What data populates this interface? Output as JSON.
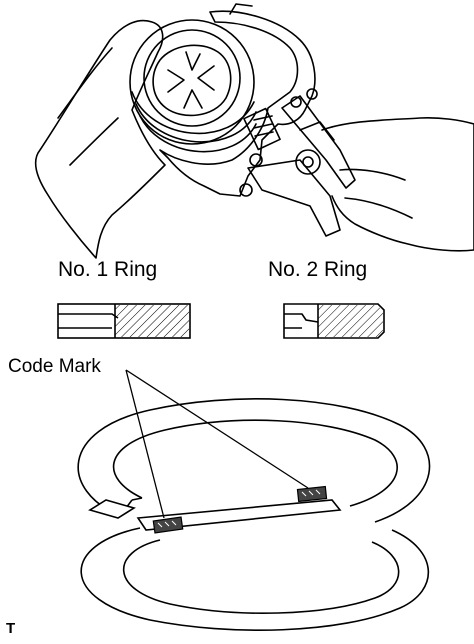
{
  "labels": {
    "ring1": "No. 1 Ring",
    "ring2": "No. 2 Ring",
    "code_mark": "Code Mark",
    "figure_ref": "T"
  },
  "colors": {
    "stroke": "#000000",
    "background": "#ffffff",
    "hatch": "#000000"
  },
  "icons": {
    "tool": "piston-ring-expander",
    "hands": "hands-outline"
  }
}
